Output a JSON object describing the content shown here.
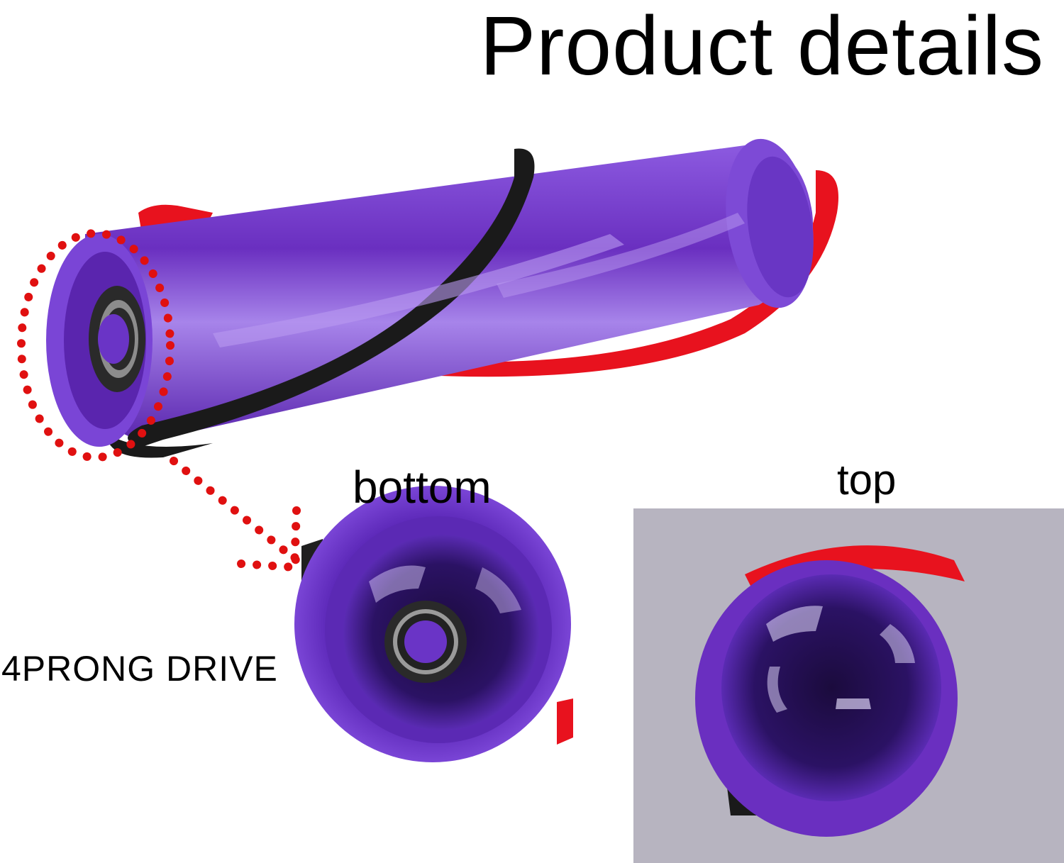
{
  "header": {
    "title": "Product details"
  },
  "labels": {
    "bottom": "bottom",
    "top": "top",
    "drive": "4PRONG DRIVE"
  },
  "images": {
    "roller": {
      "icon": "brush-roller-icon"
    },
    "bottom_view": {
      "icon": "roller-bottom-end-icon"
    },
    "top_view": {
      "icon": "roller-top-end-icon"
    }
  },
  "colors": {
    "purple": "#6a2fc0",
    "purple_dark": "#3a1d8a",
    "bristle_red": "#e8121e",
    "bristle_black": "#1a1a1a",
    "dotted_red": "#e01010",
    "panel_gray": "#b7b4c0"
  }
}
